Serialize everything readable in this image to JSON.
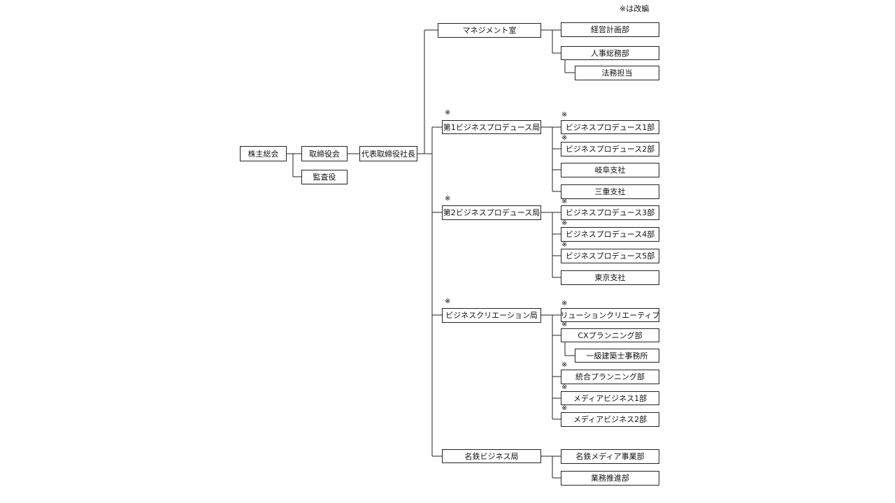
{
  "note": "※は改編",
  "reorg_mark": "※",
  "nodes": {
    "shareholders": "株主総会",
    "board": "取締役会",
    "auditor": "監査役",
    "president": "代表取締役社長",
    "mgmt": "マネジメント室",
    "planning": "経営計画部",
    "hr": "人事総務部",
    "legal": "法務担当",
    "bp1": "第1ビジネスプロデュース局",
    "bp1_d1": "ビジネスプロデュース1部",
    "bp1_d2": "ビジネスプロデュース2部",
    "gifu": "岐阜支社",
    "mie": "三重支社",
    "bp2": "第2ビジネスプロデュース局",
    "bp2_d3": "ビジネスプロデュース3部",
    "bp2_d4": "ビジネスプロデュース4部",
    "bp2_d5": "ビジネスプロデュース5部",
    "tokyo": "東京支社",
    "bc": "ビジネスクリエーション局",
    "solution": "ソリューションクリエーティブ部",
    "cx": "CXプランニング部",
    "architect": "一級建築士事務所",
    "integrated": "統合プランニング部",
    "media1": "メディアビジネス1部",
    "media2": "メディアビジネス2部",
    "meitetsu": "名鉄ビジネス局",
    "meitetsu_media": "名鉄メディア事業部",
    "promotion": "業務推進部"
  }
}
